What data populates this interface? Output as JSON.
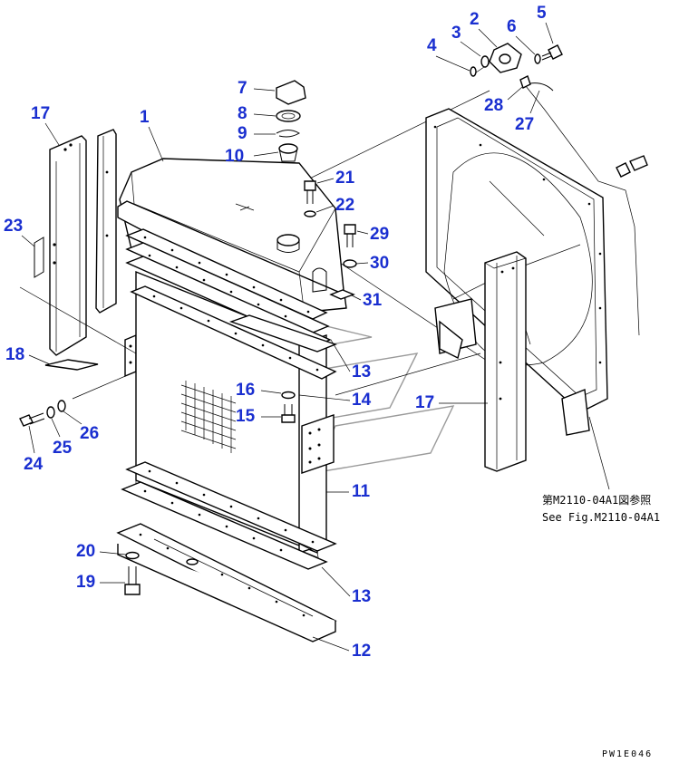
{
  "diagram": {
    "callouts": {
      "c1": "1",
      "c2": "2",
      "c3": "3",
      "c4": "4",
      "c5": "5",
      "c6": "6",
      "c7": "7",
      "c8": "8",
      "c9": "9",
      "c10": "10",
      "c11": "11",
      "c12": "12",
      "c13a": "13",
      "c13b": "13",
      "c14": "14",
      "c15": "15",
      "c16": "16",
      "c17a": "17",
      "c17b": "17",
      "c18": "18",
      "c19": "19",
      "c20": "20",
      "c21": "21",
      "c22": "22",
      "c23": "23",
      "c24": "24",
      "c25": "25",
      "c26": "26",
      "c27": "27",
      "c28": "28",
      "c29": "29",
      "c30": "30",
      "c31": "31"
    },
    "reference_jp": "第M2110-04A1図参照",
    "reference_en": "See Fig.M2110-04A1",
    "drawing_code": "PW1E046",
    "callout_color": "#1a2fd0"
  }
}
